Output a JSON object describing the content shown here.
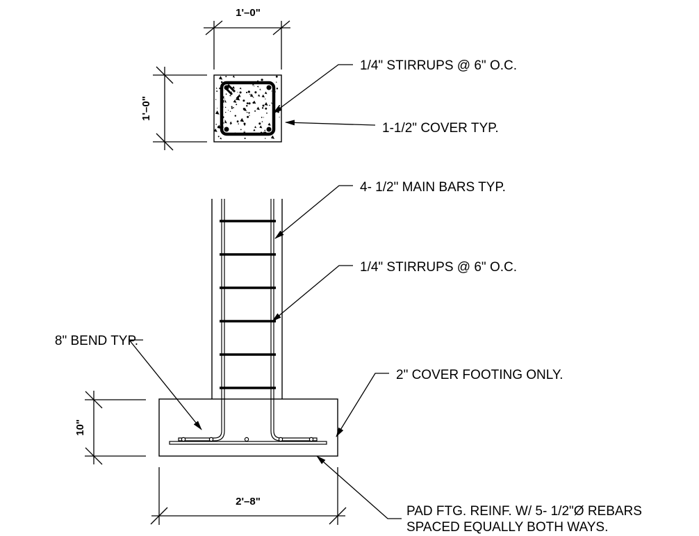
{
  "section_view": {
    "width_dim": "1'–0\"",
    "height_dim": "1'–0\"",
    "stirrups_label": "1/4\" STIRRUPS @ 6\" O.C.",
    "cover_label": "1-1/2\" COVER TYP."
  },
  "elevation_view": {
    "main_bars_label": "4- 1/2\" MAIN BARS TYP.",
    "stirrups_label": "1/4\" STIRRUPS @ 6\" O.C.",
    "bend_label": "8\" BEND TYP.",
    "footing_cover_label": "2\" COVER FOOTING ONLY.",
    "footing_depth_dim": "10\"",
    "footing_width_dim": "2'–8\"",
    "pad_reinf_label_line1": "PAD FTG. REINF. W/ 5- 1/2\"Ø REBARS",
    "pad_reinf_label_line2": "SPACED EQUALLY BOTH WAYS."
  }
}
